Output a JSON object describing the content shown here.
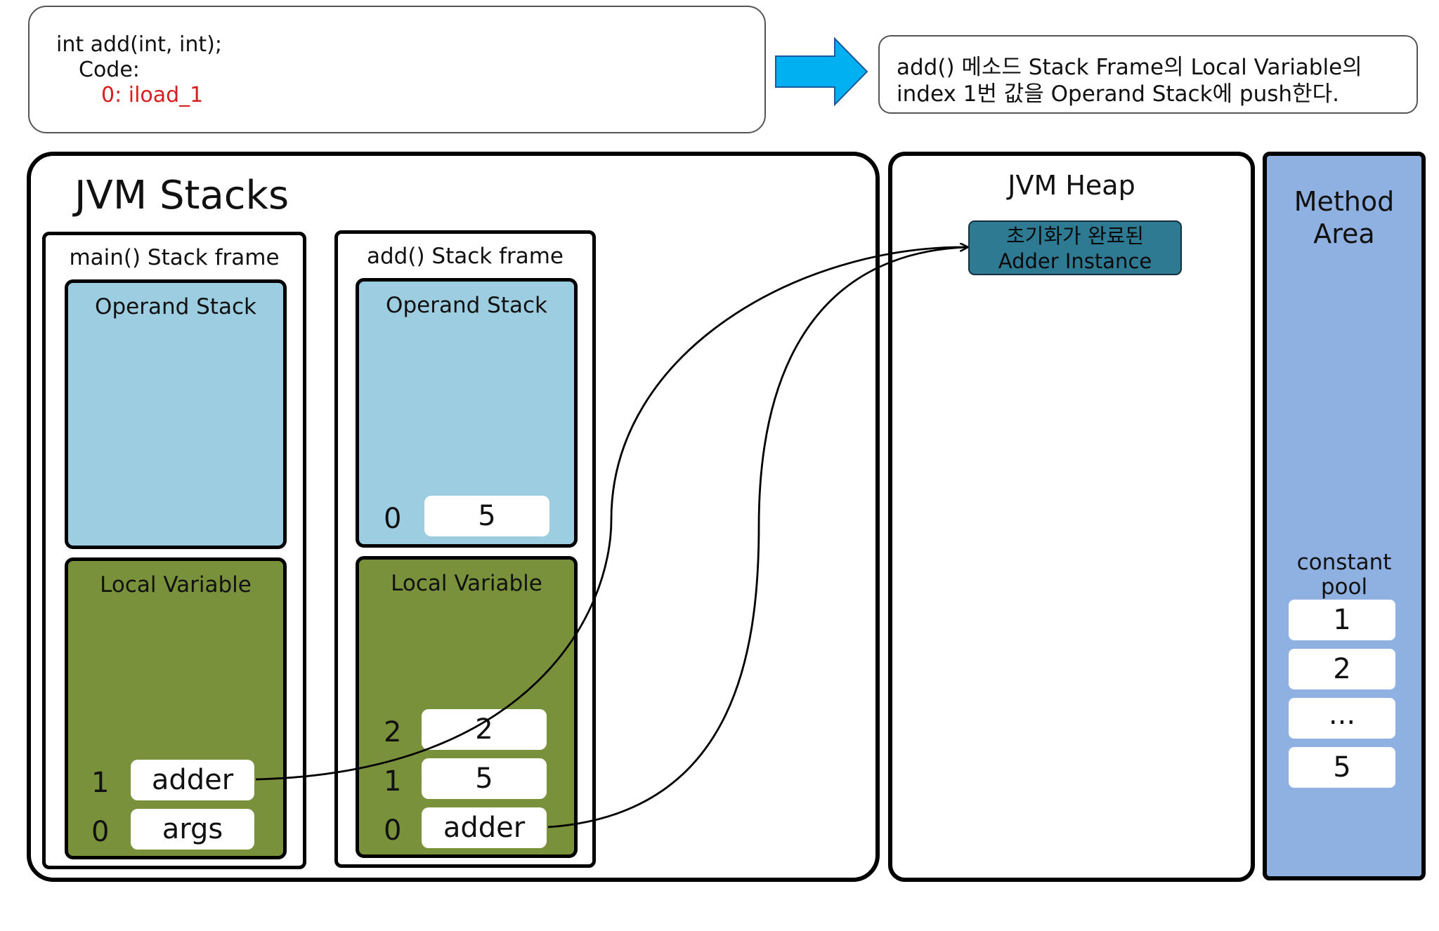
{
  "code": {
    "line1": "int add(int, int);",
    "line2": "Code:",
    "line3": "0: iload_1"
  },
  "note": {
    "line1": "add() 메소드 Stack Frame의 Local Variable의",
    "line2": "index 1번 값을 Operand Stack에 push한다."
  },
  "jvm_stacks": {
    "title": "JVM Stacks",
    "main_frame": {
      "title": "main() Stack frame",
      "operand_stack": {
        "title": "Operand Stack",
        "slots": []
      },
      "local_variable": {
        "title": "Local Variable",
        "slots": [
          {
            "index": "1",
            "value": "adder"
          },
          {
            "index": "0",
            "value": "args"
          }
        ]
      }
    },
    "add_frame": {
      "title": "add() Stack frame",
      "operand_stack": {
        "title": "Operand Stack",
        "slots": [
          {
            "index": "0",
            "value": "5"
          }
        ]
      },
      "local_variable": {
        "title": "Local Variable",
        "slots": [
          {
            "index": "2",
            "value": "2"
          },
          {
            "index": "1",
            "value": "5"
          },
          {
            "index": "0",
            "value": "adder"
          }
        ]
      }
    }
  },
  "jvm_heap": {
    "title": "JVM Heap",
    "instance": {
      "line1": "초기화가 완료된",
      "line2": "Adder Instance"
    }
  },
  "method_area": {
    "title_line1": "Method",
    "title_line2": "Area",
    "pool_title_line1": "constant",
    "pool_title_line2": "pool",
    "pool": [
      "1",
      "2",
      "...",
      "5"
    ]
  },
  "colors": {
    "operand_stack": "#9dcde0",
    "local_variable": "#79913b",
    "heap_instance": "#2e7a92",
    "method_area": "#8fb1e1",
    "arrow": "#00b0f0",
    "highlight_code": "#d61f1f"
  }
}
